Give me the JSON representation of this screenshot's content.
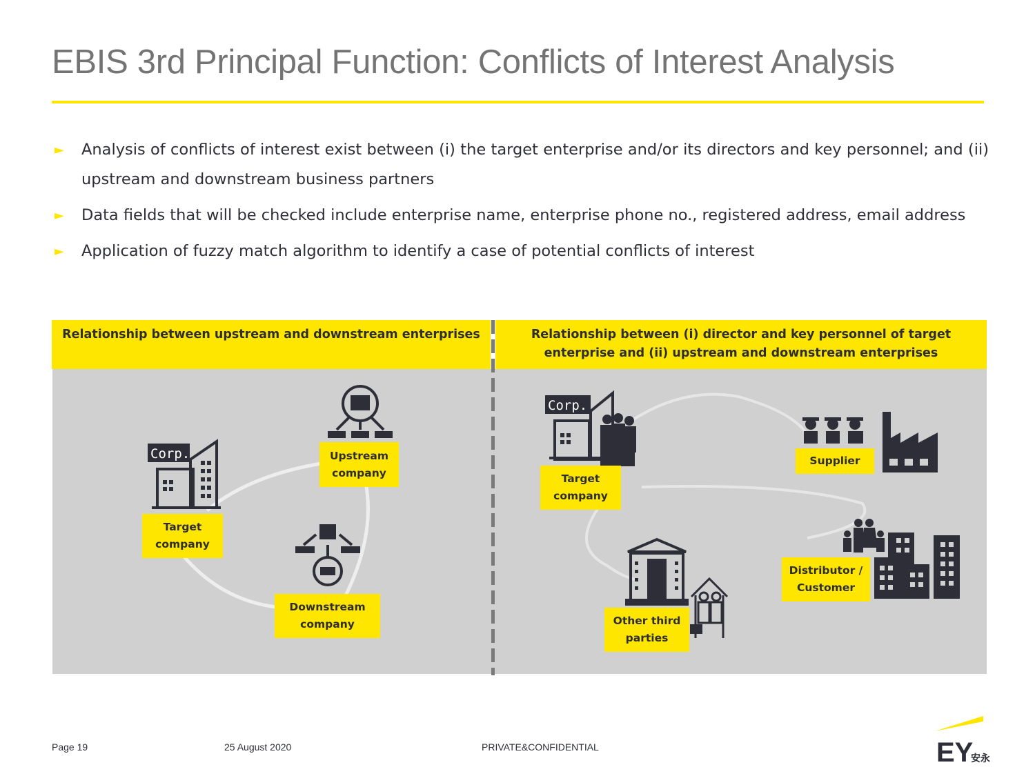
{
  "slide": {
    "title": "EBIS 3rd Principal Function: Conflicts of Interest Analysis"
  },
  "bullets": [
    {
      "text": "Analysis of conflicts of interest exist between (i) the target enterprise and/or its directors and key personnel; and (ii) upstream and downstream business partners"
    },
    {
      "text": "Data fields that will be checked include enterprise name, enterprise phone no., registered address, email address"
    },
    {
      "text": "Application of fuzzy match algorithm to identify a case of potential conflicts of interest"
    }
  ],
  "bullet_marker": "►",
  "left_panel": {
    "header": "Relationship between upstream and downstream enterprises",
    "corp_sign": "Corp.",
    "tags": {
      "target": [
        "Target",
        "company"
      ],
      "upstream": [
        "Upstream",
        "company"
      ],
      "downstream": [
        "Downstream",
        "company"
      ]
    }
  },
  "right_panel": {
    "header_line1": "Relationship between (i) director and key personnel of target",
    "header_line2": "enterprise and (ii) upstream and downstream enterprises",
    "corp_sign": "Corp.",
    "tags": {
      "target": [
        "Target",
        "company"
      ],
      "supplier": [
        "Supplier"
      ],
      "distributor": [
        "Distributor /",
        "Customer"
      ],
      "third_parties": [
        "Other third",
        "parties"
      ]
    }
  },
  "footer": {
    "page": "Page 19",
    "date": "25 August 2020",
    "confidential": "PRIVATE&CONFIDENTIAL",
    "logo_text": "EY",
    "logo_cn": "安永"
  },
  "colors": {
    "accent_yellow": "#ffe600",
    "panel_grey": "#d0d0d0",
    "icon_dark": "#2e2e38",
    "title_grey": "#747474"
  },
  "icons": [
    "corp-building-icon",
    "upstream-org-icon",
    "downstream-org-icon",
    "people-group-icon",
    "workers-icon",
    "factory-icon",
    "family-icon",
    "city-buildings-icon",
    "bank-building-icon",
    "household-icon",
    "ey-logo"
  ]
}
